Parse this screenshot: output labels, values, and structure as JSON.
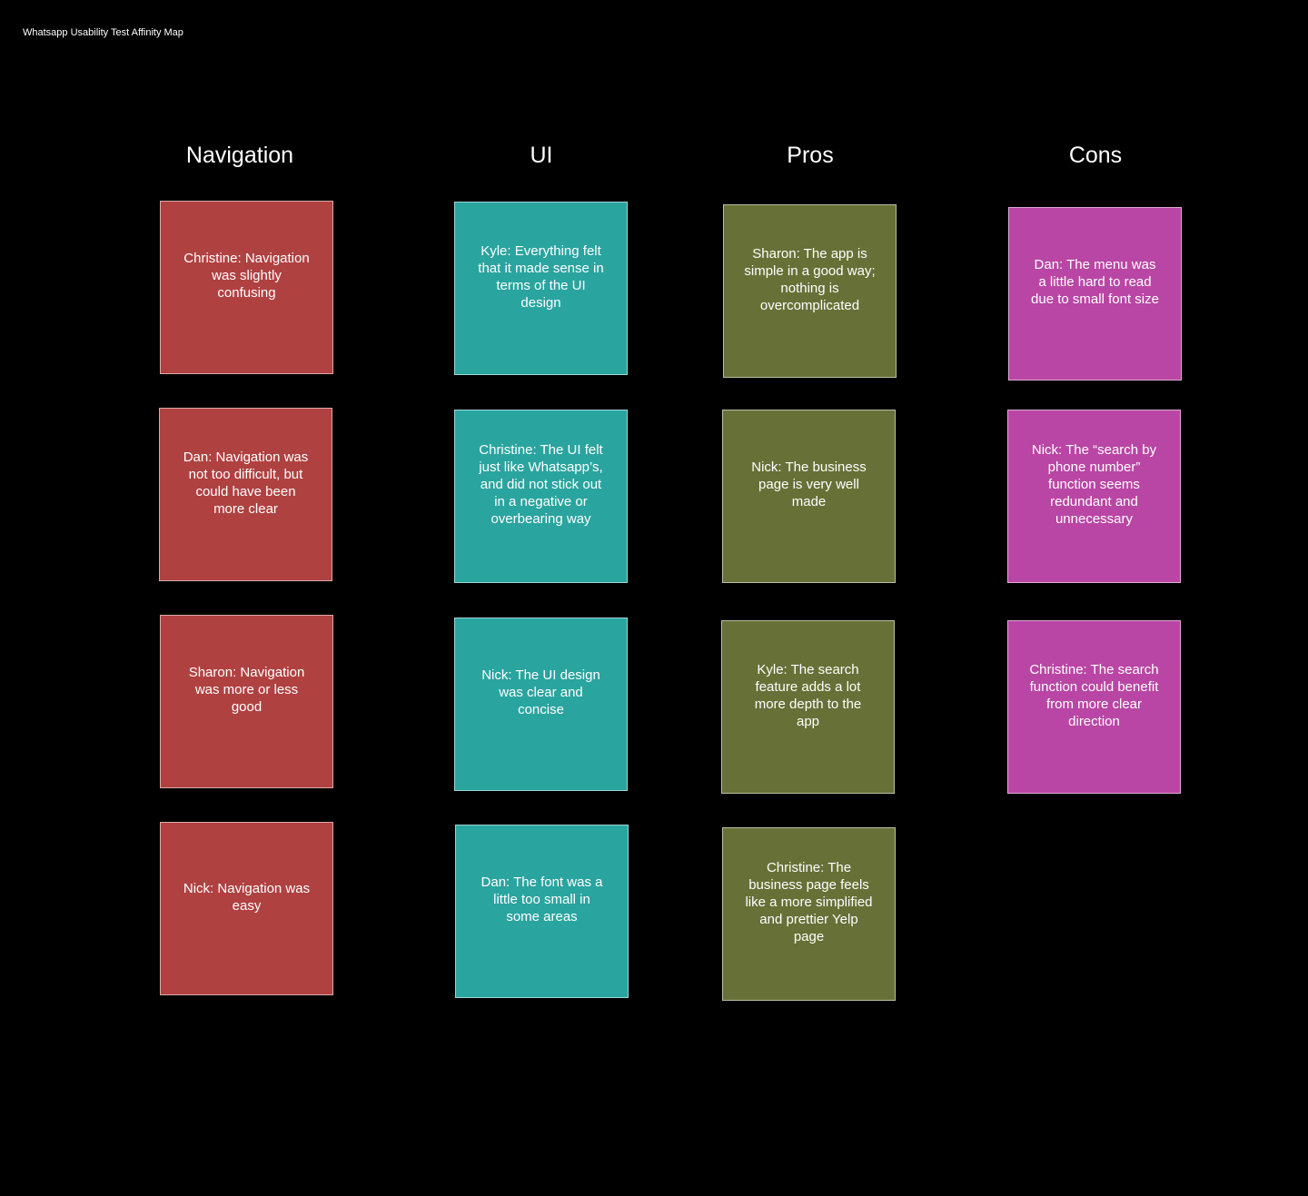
{
  "board": {
    "title": "Whatsapp Usability Test Affinity Map"
  },
  "colors": {
    "navigation": "#b04141",
    "ui": "#2aa49f",
    "pros": "#677036",
    "cons": "#b946a4",
    "background": "#000000"
  },
  "columns": {
    "navigation": {
      "heading": "Navigation",
      "notes": [
        "Christine: Navigation was slightly confusing",
        "Dan: Navigation was not too difficult, but could have been more clear",
        "Sharon: Navigation was more or less good",
        "Nick: Navigation was easy"
      ]
    },
    "ui": {
      "heading": "UI",
      "notes": [
        "Kyle: Everything felt that it made sense in terms of the UI design",
        "Christine: The UI felt just like Whatsapp’s, and did not stick out in a negative or overbearing way",
        "Nick: The UI design was clear and concise",
        "Dan: The font was a little too small in some areas"
      ]
    },
    "pros": {
      "heading": "Pros",
      "notes": [
        "Sharon: The app is simple in a good way; nothing is overcomplicated",
        "Nick: The business page is very well made",
        "Kyle: The search feature adds a lot more depth to the app",
        "Christine: The business page feels like a more simplified and prettier Yelp page"
      ]
    },
    "cons": {
      "heading": "Cons",
      "notes": [
        "Dan: The menu was a little hard to read due to small font size",
        "Nick: The “search by phone number” function seems redundant and unnecessary",
        "Christine: The search function could benefit from more clear direction"
      ]
    }
  }
}
